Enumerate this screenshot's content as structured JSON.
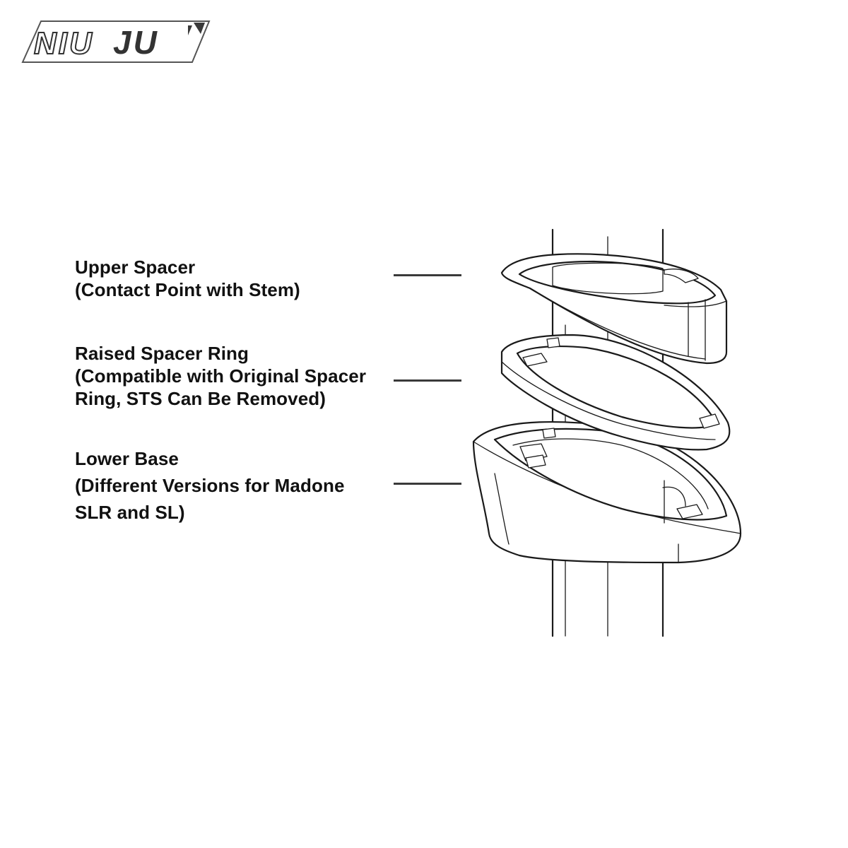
{
  "brand": {
    "logo_text_light": "NIU",
    "logo_text_bold": "JU"
  },
  "labels": {
    "upper_spacer": {
      "title": "Upper Spacer",
      "detail": "(Contact Point with Stem)"
    },
    "raised_spacer_ring": {
      "title": "Raised Spacer Ring",
      "detail_line1": "(Compatible with Original Spacer",
      "detail_line2": "Ring, STS Can Be Removed)"
    },
    "lower_base": {
      "title": "Lower Base",
      "detail_line1": "(Different Versions for Madone",
      "detail_line2": "SLR and SL)"
    }
  },
  "colors": {
    "text": "#111111",
    "line_art": "#1a1a1a",
    "leader_line": "#3a3a3a",
    "background": "#ffffff"
  }
}
